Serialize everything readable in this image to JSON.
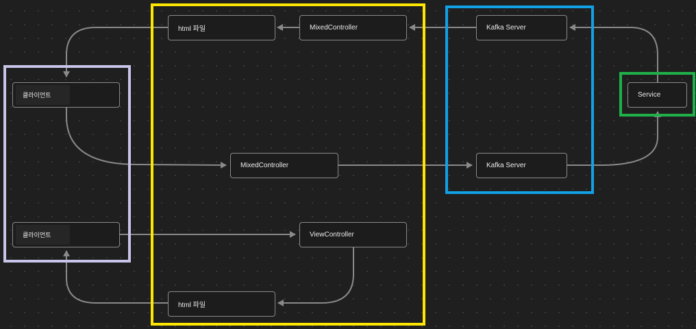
{
  "colors": {
    "background": "#1f1f1f",
    "edge": "#8a8a8a",
    "group_client": "#c8c4ea",
    "group_controller": "#ffe600",
    "group_kafka": "#12a0e6",
    "group_service": "#1fb04a"
  },
  "nodes": {
    "html_top": "html 파일",
    "mixed_top": "MixedController",
    "kafka_top": "Kafka Server",
    "service": "Service",
    "client_top": "클라이언트",
    "mixed_mid": "MixedController",
    "kafka_mid": "Kafka Server",
    "client_bottom": "클라이언트",
    "view_controller": "ViewController",
    "html_bottom": "html 파일"
  }
}
